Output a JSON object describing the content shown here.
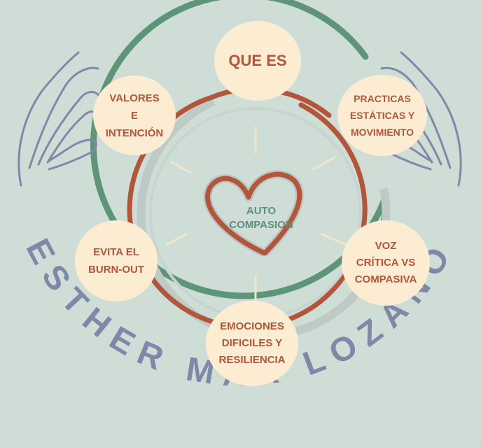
{
  "center": {
    "line1": "AUTO",
    "line2": "COMPASION"
  },
  "nodes": {
    "top": {
      "text": "QUE ES"
    },
    "top_left": {
      "lines": [
        "VALORES",
        "E",
        "INTENCIÓN"
      ]
    },
    "top_right": {
      "lines": [
        "PRACTICAS",
        "ESTÁTICAS Y",
        "MOVIMIENTO"
      ]
    },
    "left": {
      "lines": [
        "EVITA EL",
        "BURN-OUT"
      ]
    },
    "right": {
      "lines": [
        "VOZ",
        "CRÍTICA VS",
        "COMPASIVA"
      ]
    },
    "bottom": {
      "lines": [
        "EMOCIONES",
        "DIFICILES Y",
        "RESILIENCIA"
      ]
    }
  },
  "brand_name": "ESTHER MAR LOZANO",
  "colors": {
    "background": "#cfddd7",
    "outer_ring": "#5e9478",
    "inner_ring": "#b3553a",
    "node_fill": "#fcecd2",
    "node_text": "#b3553a",
    "arc_text": "#8088a8",
    "hands": "#7f88a8"
  }
}
